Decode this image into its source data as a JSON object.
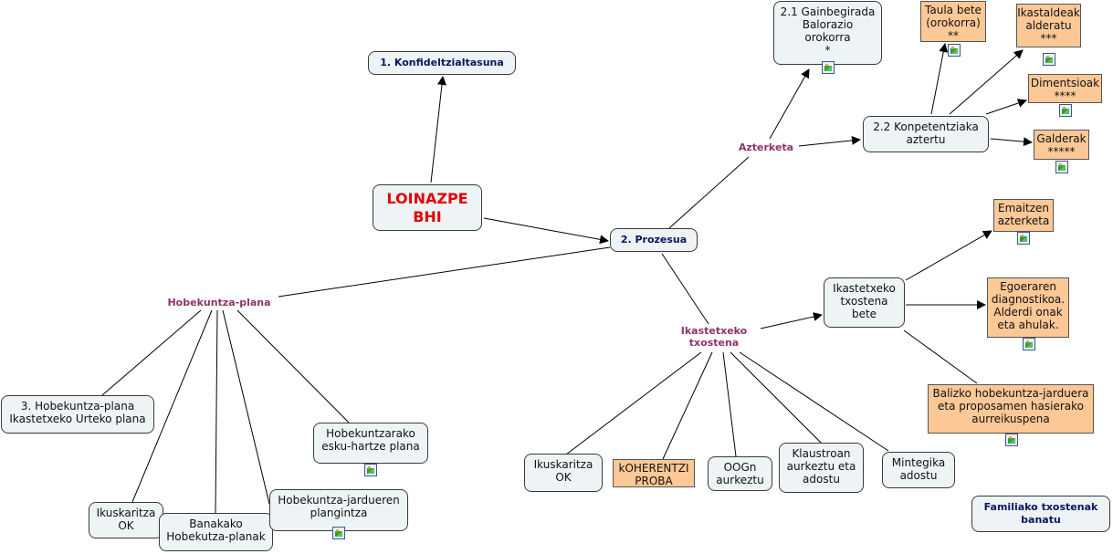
{
  "main_node": "LOINAZPE\nBHI",
  "nodes": {
    "konfidentzialtasuna": "1. Konfideltzialtasuna",
    "prozesua": "2. Prozesua",
    "gainbegirada": "2.1 Gainbegirada\nBalorazio\norokorra\n*",
    "taula_bete": "Taula bete\n(orokorra)\n**",
    "ikastaldeak": "Ikastaldeak\nalderatu\n***",
    "dimentsioak": "Dimentsioak\n****",
    "galderak": "Galderak\n*****",
    "konpetentziak": "2.2 Konpetentziaka\naztertu",
    "emaitzen": "Emaitzen\nazterketa",
    "egoeraren": "Egoeraren\ndiagnostikoa.\nAlderdi onak\neta ahulak.",
    "ikastetxeko_bete": "Ikastetxeko\ntxostena\nbete",
    "balizko": "Balizko hobekuntza-jarduera\neta proposamen hasierako\naurreikuspena",
    "hobekuntza_plana_3": "3. Hobekuntza-plana\nIkastetxeko Urteko plana",
    "esku_hartze": "Hobekuntzarako\nesku-hartze plana",
    "ikuskaritza_ok_left": "Ikuskaritza\nOK",
    "banakako": "Banakako\nHobekutza-planak",
    "jardueren": "Hobekuntza-jardueren\nplangintza",
    "ikuskaritza_ok_mid": "Ikuskaritza\nOK",
    "koherentzi": "kOHERENTZI\nPROBA",
    "oogn": "OOGn\naurkeztu",
    "klaustroan": "Klaustroan\naurkeztu eta\nadostu",
    "mintegika": "Mintegika\nadostu",
    "familiako": "Familiako txostenak\nbanatu"
  },
  "labels": {
    "azterketa": "Azterketa",
    "hobekuntza_plana": "Hobekuntza-plana",
    "ikastetxeko_txostena": "Ikastetxeko\ntxostena"
  },
  "icons": [
    "image-icon"
  ],
  "colors": {
    "node_bg": "#eef3f5",
    "orange_bg": "#fcc896",
    "main_text": "#e60000",
    "label_text": "#8e3468",
    "bold_text": "#0a1560"
  }
}
